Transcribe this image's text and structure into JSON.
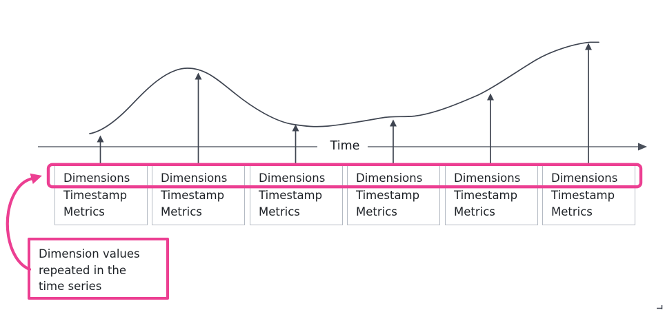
{
  "diagram": {
    "axis": {
      "label": "Time"
    },
    "record_box": {
      "count": 6,
      "lines": [
        "Dimensions",
        "Timestamp",
        "Metrics"
      ]
    },
    "callout": {
      "text": "Dimension values repeated in the time series",
      "lines": [
        "Dimension values",
        "repeated in the",
        "time series"
      ]
    },
    "colors": {
      "highlight_pink": "#ec3f92",
      "curve_stroke": "#3f4551",
      "axis_stroke": "#787d85",
      "box_border": "#b4bac3",
      "text": "#1d2126"
    }
  }
}
